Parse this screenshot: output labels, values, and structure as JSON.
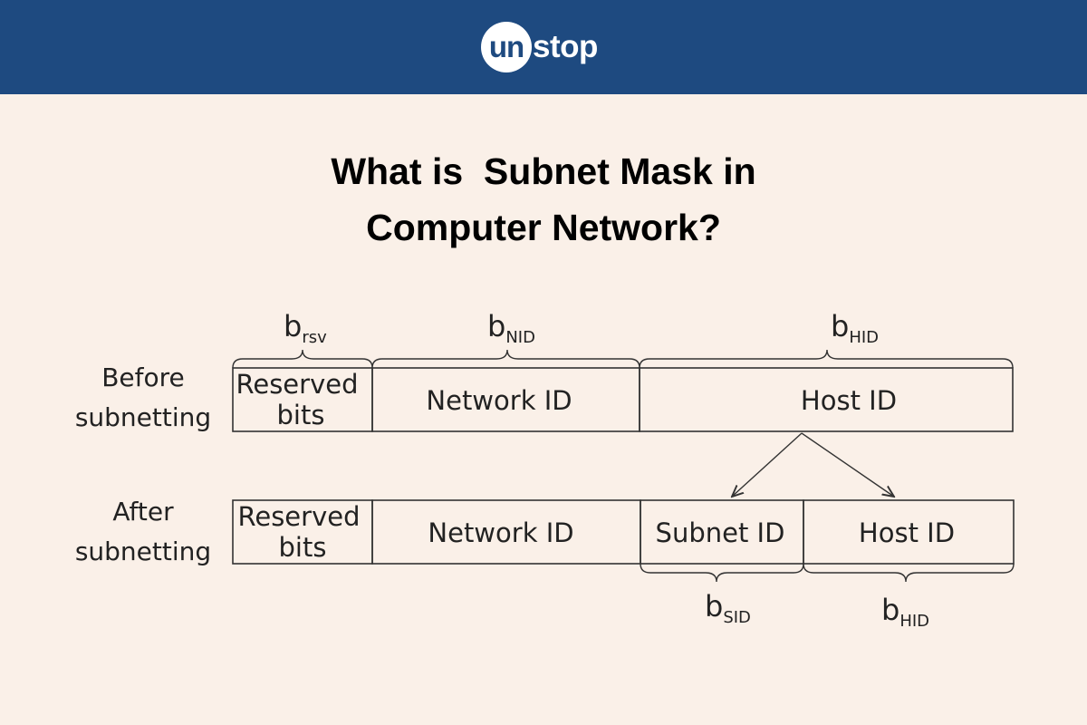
{
  "header": {
    "logo_circle": "un",
    "logo_rest": "stop"
  },
  "title": {
    "line1": "What is  Subnet Mask in",
    "line2": "Computer Network?"
  },
  "diagram": {
    "before_label": [
      "Before",
      "subnetting"
    ],
    "after_label": [
      "After",
      "subnetting"
    ],
    "before_boxes": [
      {
        "line1": "Reserved",
        "line2": "bits"
      },
      {
        "line1": "Network ID"
      },
      {
        "line1": "Host ID"
      }
    ],
    "after_boxes": [
      {
        "line1": "Reserved",
        "line2": "bits"
      },
      {
        "line1": "Network ID"
      },
      {
        "line1": "Subnet ID"
      },
      {
        "line1": "Host ID"
      }
    ],
    "top_braces": [
      {
        "main": "b",
        "sub": "rsv"
      },
      {
        "main": "b",
        "sub": "NID"
      },
      {
        "main": "b",
        "sub": "HID"
      }
    ],
    "bottom_braces": [
      {
        "main": "b",
        "sub": "SID"
      },
      {
        "main": "b",
        "sub": "HID"
      }
    ]
  },
  "colors": {
    "header_bg": "#1e4a80",
    "page_bg": "#faf0e8",
    "ink": "#222222"
  }
}
